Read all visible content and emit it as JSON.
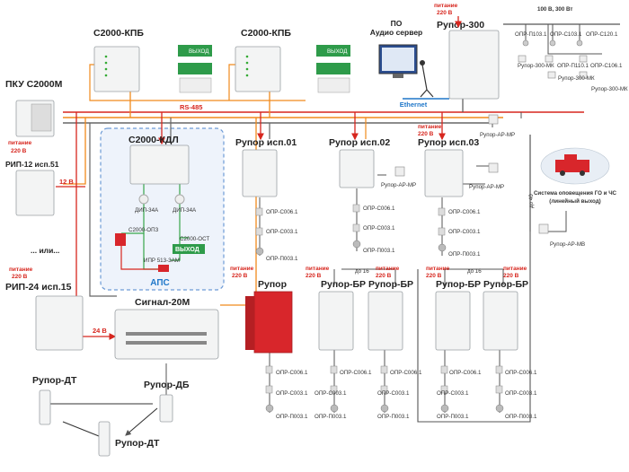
{
  "labels": {
    "kpb_left": "С2000-КПБ",
    "kpb_right": "С2000-КПБ",
    "po_line1": "ПО",
    "po_line2": "Аудио сервер",
    "ethernet": "Ethernet",
    "rupor300": "Рупор-300",
    "power_220": "питание",
    "v220": "220 В",
    "v100": "100 В, 300 Вт",
    "pku": "ПКУ С2000М",
    "rs485": "RS-485",
    "rip12": "РИП-12 исп.51",
    "v12": "12 В",
    "kdl": "С2000-КДЛ",
    "dip34a_1": "ДИП-34А",
    "dip34a_2": "ДИП-34А",
    "s2000op3": "С2000-ОПЗ",
    "s2000ost": "С2000-ОСТ",
    "vyhod": "ВЫХОД",
    "ipr": "ИПР 513-3АМ",
    "aps": "АПС",
    "ili": "... или...",
    "rip24": "РИП-24 исп.15",
    "v24": "24 В",
    "signal20m": "Сигнал-20М",
    "rupor_dt1": "Рупор-ДТ",
    "rupor_db": "Рупор-ДБ",
    "rupor_dt2": "Рупор-ДТ",
    "rupor_isp01": "Рупор исп.01",
    "rupor_isp02": "Рупор исп.02",
    "rupor_isp03": "Рупор исп.03",
    "rupor": "Рупор",
    "rupor_ar_mp1": "Рупор-АР-МР",
    "rupor_ar_mp2": "Рупор-АР-МР",
    "rupor_ar_mp3": "Рупор-АР-МР",
    "rupor_ar_mv": "Рупор-АР-МВ",
    "sys_line1": "Система оповещения ГО и ЧС",
    "sys_line2": "(линейный выход)",
    "do40": "до 40",
    "do16a": "до 16",
    "do16b": "до 16",
    "rupor_br1": "Рупор-БР",
    "rupor_br2": "Рупор-БР",
    "rupor_br3": "Рупор-БР",
    "rupor_br4": "Рупор-БР",
    "opr_c006": "ОПР-С006.1",
    "opr_c003": "ОПР-С003.1",
    "opr_p003": "ОПР-П003.1",
    "opr_p103": "ОПР-П103.1",
    "opr_c103": "ОПР-С103.1",
    "opr_c120": "ОПР-С120.1",
    "opr_p110": "ОПР-П110.1",
    "opr_c106": "ОПР-С106.1",
    "rupor300mk": "Рупор-300-МК",
    "sign_exit": "ВЫХОД"
  },
  "colors": {
    "power_line": "#d7261e",
    "bus_orange": "#f08a1c",
    "bus_grey": "#5a5a5a",
    "ethernet": "#1f77c9",
    "aps_frame": "#6d9bd6",
    "green_sign": "#2e9b4a",
    "red_cabinet": "#d8262b"
  }
}
